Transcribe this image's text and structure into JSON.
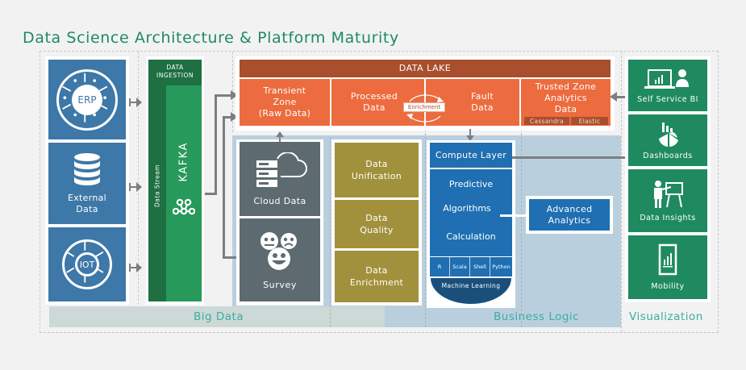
{
  "title": "Data Science Architecture & Platform Maturity",
  "sources": [
    {
      "label": "ERP",
      "icon": "erp-ring-icon"
    },
    {
      "label": "External Data",
      "icon": "database-icon"
    },
    {
      "label": "IOT",
      "icon": "iot-ring-icon"
    }
  ],
  "ingestion": {
    "header_line1": "DATA",
    "header_line2": "INGESTION",
    "side_label": "Data Stream",
    "name": "KAFKA",
    "icon": "kafka-network-icon"
  },
  "data_lake": {
    "header": "DATA LAKE",
    "zones": [
      {
        "lines": [
          "Transient",
          "Zone",
          "(Raw Data)"
        ]
      },
      {
        "lines": [
          "Processed",
          "Data"
        ]
      },
      {
        "lines": [
          "Fault",
          "Data"
        ]
      },
      {
        "lines": [
          "Trusted Zone",
          "Analytics",
          "Data"
        ]
      }
    ],
    "enrichment_label": "Enrichment",
    "stores": [
      "Cassandra",
      "Elastic"
    ]
  },
  "collection": [
    {
      "label": "Cloud Data",
      "icon": "cloud-server-icon"
    },
    {
      "label": "Survey",
      "icon": "smileys-icon"
    }
  ],
  "processing": [
    {
      "lines": [
        "Data",
        "Unification"
      ]
    },
    {
      "lines": [
        "Data",
        "Quality"
      ]
    },
    {
      "lines": [
        "Data",
        "Enrichment"
      ]
    }
  ],
  "compute": {
    "header": "Compute Layer",
    "items": [
      "Predictive",
      "Algorithms",
      "Calculation"
    ],
    "languages": [
      "R",
      "Scala",
      "Shell",
      "Python"
    ],
    "footer": "Machine Learning"
  },
  "advanced": {
    "lines": [
      "Advanced",
      "Analytics"
    ]
  },
  "visualization": [
    {
      "label": "Self Service BI",
      "icon": "laptop-chart-user-icon"
    },
    {
      "label": "Dashboards",
      "icon": "dashboard-chart-icon"
    },
    {
      "label": "Data Insights",
      "icon": "presenter-board-icon"
    },
    {
      "label": "Mobility",
      "icon": "mobile-chart-icon"
    }
  ],
  "sections": {
    "big_data": "Big Data",
    "business_logic": "Business Logic",
    "visualization": "Visualization"
  },
  "colors": {
    "title": "#1f8a63",
    "source_blue": "#3d78a8",
    "kafka_green": "#27995a",
    "lake_orange": "#ec6c3f",
    "lake_header": "#a84f2e",
    "collection_gray": "#5d6b70",
    "processing_olive": "#a1913c",
    "compute_blue": "#1f6fb2",
    "viz_green": "#1f8a5f",
    "section_label": "#3aaea4"
  }
}
